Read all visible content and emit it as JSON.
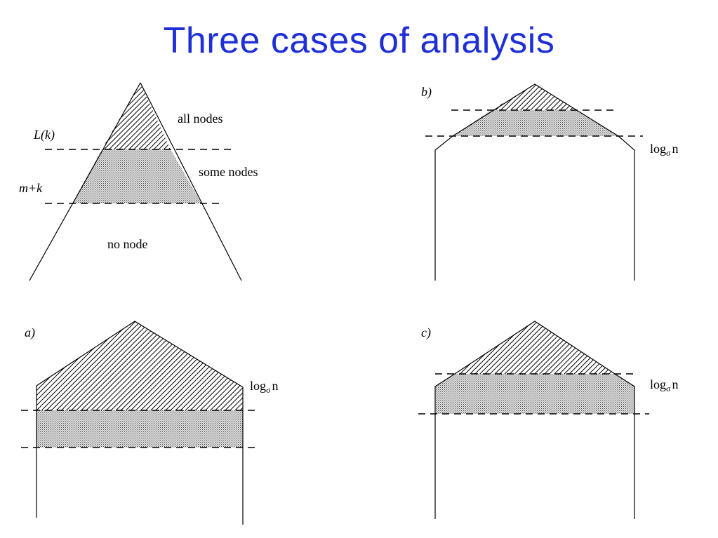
{
  "title": "Three cases of analysis",
  "top_left": {
    "labels": {
      "all_nodes": "all nodes",
      "some_nodes": "some nodes",
      "no_node": "no node",
      "l_of_k": "L(k)",
      "m_plus_k": "m+k"
    }
  },
  "panel_a": {
    "tag": "a)",
    "log_label": "log",
    "log_sub": "σ",
    "log_n": "n"
  },
  "panel_b": {
    "tag": "b)",
    "log_label": "log",
    "log_sub": "σ",
    "log_n": "n"
  },
  "panel_c": {
    "tag": "c)",
    "log_label": "log",
    "log_sub": "σ",
    "log_n": "n"
  }
}
